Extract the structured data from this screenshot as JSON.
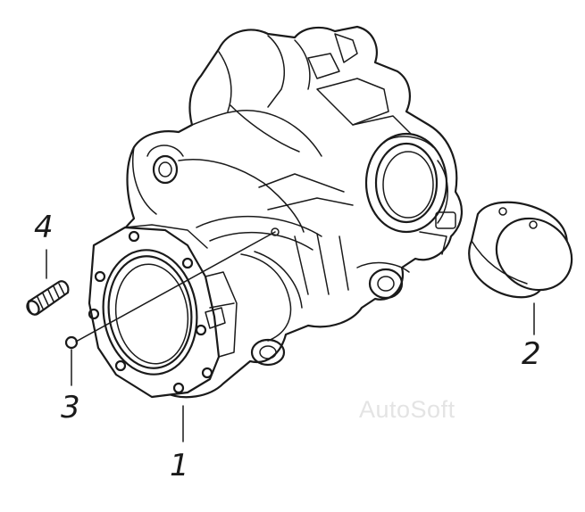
{
  "callouts": {
    "part_1": "1",
    "part_2": "2",
    "part_3": "3",
    "part_4": "4"
  },
  "watermark": "AutoSoft",
  "colors": {
    "ink": "#1a1a1a",
    "background": "#ffffff",
    "watermark": "#e4e4e4"
  }
}
